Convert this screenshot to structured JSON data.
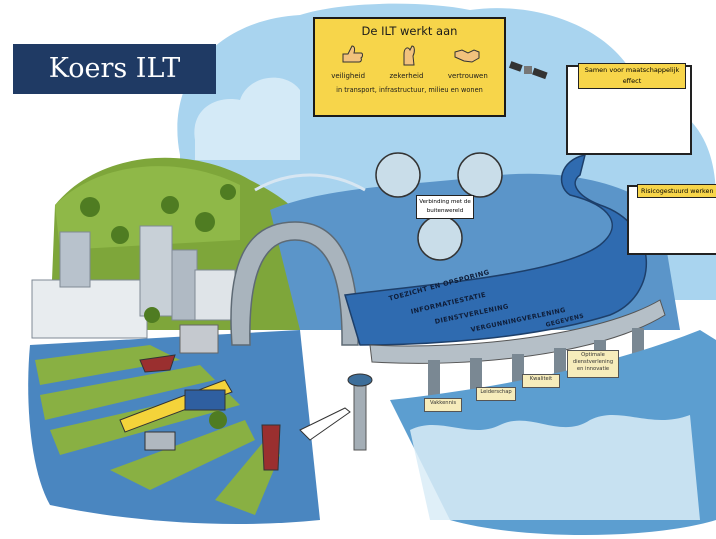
{
  "title": "Koers ILT 2021",
  "ilt_box": {
    "heading": "De ILT werkt aan",
    "values": [
      {
        "label": "veiligheid",
        "icon": "thumbs-up-icon"
      },
      {
        "label": "zekerheid",
        "icon": "crossed-fingers-icon"
      },
      {
        "label": "vertrouwen",
        "icon": "handshake-icon"
      }
    ],
    "footer": "in transport, infrastructuur, milieu en wonen"
  },
  "samen_label": "Samen voor maatschappelijk effect",
  "risico_label": "Risicogestuurd werken",
  "verbinding_label": "Verbinding met de buitenwereld",
  "road_lanes": [
    "TOEZICHT EN OPSPORING",
    "INFORMATIESTATIE",
    "DIENSTVERLENING",
    "VERGUNNINGVERLENING",
    "GEGEVENS"
  ],
  "pier_signs": [
    "Vakkennis",
    "Leiderschap",
    "Kwaliteit",
    "Optimale dienstverlening en innovatie"
  ],
  "colors": {
    "title_bg": "#1f3a64",
    "label_yellow": "#f7d54a",
    "water": "#4a86c0",
    "road": "#2f6bb0",
    "grass": "#7ea63a",
    "sky": "#a9d4ef"
  }
}
